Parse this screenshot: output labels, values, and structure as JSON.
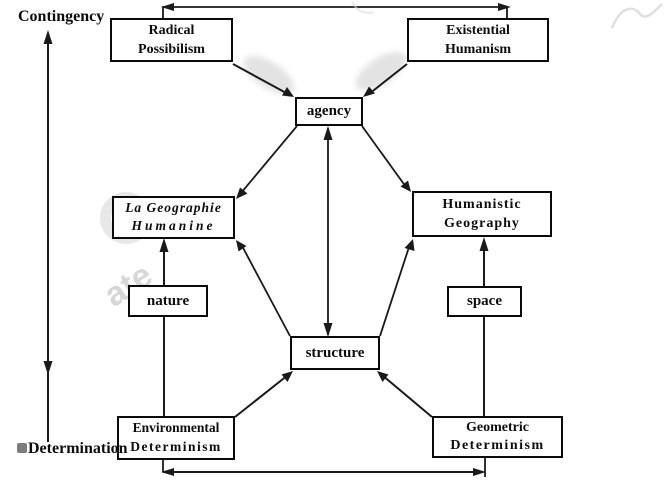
{
  "axis": {
    "top": "Contingency",
    "bottom": "Determination"
  },
  "nodes": {
    "radical_possibilism": {
      "lines": [
        "Radical",
        "Possibilism"
      ]
    },
    "existential_humanism": {
      "lines": [
        "Existential",
        "Humanism"
      ]
    },
    "agency": {
      "label": "agency"
    },
    "la_geographie_humanine": {
      "lines": [
        "La Geographie",
        "Humanine"
      ]
    },
    "humanistic_geography": {
      "lines": [
        "Humanistic",
        "Geography"
      ]
    },
    "nature": {
      "label": "nature"
    },
    "space": {
      "label": "space"
    },
    "structure": {
      "label": "structure"
    },
    "environmental_determinism": {
      "lines": [
        "Environmental",
        "Determinism"
      ]
    },
    "geometric_determinism": {
      "lines": [
        "Geometric",
        "Determinism"
      ]
    }
  },
  "watermark": {
    "fragment": "ate"
  },
  "colors": {
    "ink": "#1a1a1a",
    "box_fill": "#ffffff",
    "background": "#ffffff",
    "watermark_gray": "#c2c2c2"
  }
}
